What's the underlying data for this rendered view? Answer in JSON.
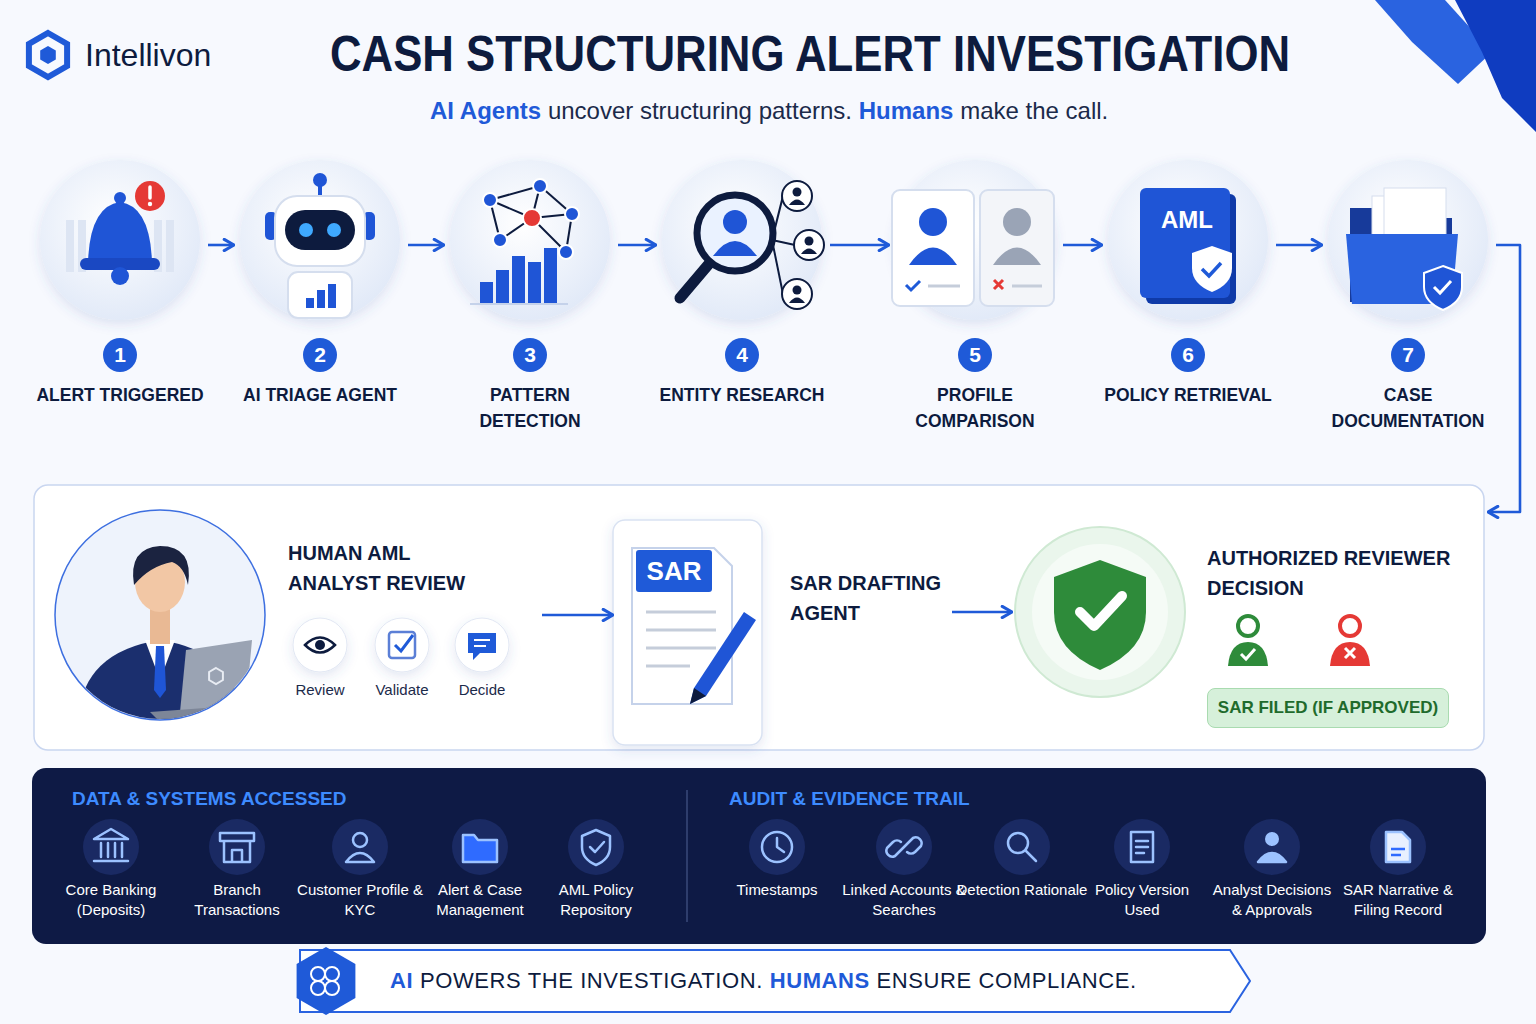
{
  "diagram": {
    "title": "CASH STRUCTURING ALERT INVESTIGATION",
    "caption": "AI POWERS THE INVESTIGATION. HUMANS ENSURE COMPLIANCE.",
    "nodes": [
      {
        "text": [
          "ALERT TRIGGERED"
        ]
      },
      {
        "text": [
          "AI TRIAGE AGENT"
        ]
      },
      {
        "text": [
          "PATTERN DETECTION"
        ]
      },
      {
        "text": [
          "ENTITY RESEARCH"
        ]
      },
      {
        "text": [
          "PROFILE COMPARISON"
        ]
      },
      {
        "text": [
          "POLICY RETRIEVAL"
        ]
      },
      {
        "text": [
          "CASE DOCUMENTATION"
        ]
      },
      {
        "text": [
          "HUMAN AML ANALYST REVIEW",
          "Review",
          "Validate",
          "Decide"
        ]
      },
      {
        "text": [
          "SAR",
          "SAR DRAFTING AGENT"
        ]
      },
      {
        "text": [
          "AUTHORIZED REVIEWER DECISION"
        ]
      },
      {
        "text": [
          "SAR FILED (IF APPROVED)"
        ]
      },
      {
        "text": [
          "DATA & SYSTEMS ACCESSED",
          "AUDIT & EVIDENCE TRAIL"
        ]
      }
    ],
    "edges": [
      {
        "from": 0,
        "to": 1,
        "arrow": "to"
      },
      {
        "from": 1,
        "to": 2,
        "arrow": "to"
      },
      {
        "from": 2,
        "to": 3,
        "arrow": "to"
      },
      {
        "from": 3,
        "to": 4,
        "arrow": "to"
      },
      {
        "from": 4,
        "to": 5,
        "arrow": "to"
      },
      {
        "from": 5,
        "to": 6,
        "arrow": "to"
      },
      {
        "from": 6,
        "to": 7,
        "arrow": "to"
      },
      {
        "from": 7,
        "to": 8,
        "arrow": "to"
      },
      {
        "from": 8,
        "to": 9,
        "arrow": "to"
      }
    ],
    "labels": [
      "Intellivon",
      "AI Agents",
      "uncover structuring patterns.",
      "Humans",
      "make the call.",
      "1",
      "2",
      "3",
      "4",
      "5",
      "6",
      "7",
      "AML",
      "Core Banking (Deposits)",
      "Branch Transactions",
      "Customer Profile & KYC",
      "Alert & Case Management",
      "AML Policy Repository",
      "Timestamps",
      "Linked Accounts & Searches",
      "Detection Rationale",
      "Policy Version Used",
      "Analyst Decisions & Approvals",
      "SAR Narrative & Filing Record"
    ]
  }
}
